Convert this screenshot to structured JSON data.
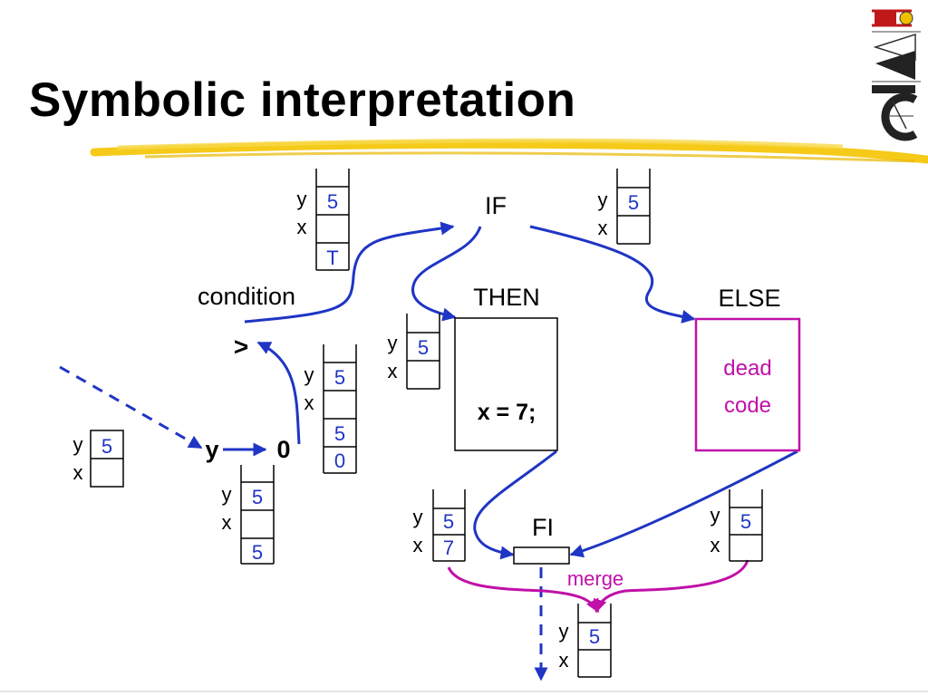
{
  "slide": {
    "title": "Symbolic interpretation",
    "logo_text": "IAIK",
    "colors": {
      "arrow": "#1f35c4",
      "value": "#1f35c4",
      "merge": "#c010a8",
      "dead_box": "#c010a8",
      "underline": "#f2c400"
    }
  },
  "nodes": {
    "if": "IF",
    "then": "THEN",
    "else": "ELSE",
    "fi": "FI",
    "condition": "condition",
    "greater": ">",
    "y_var": "y",
    "zero": "0",
    "assignment": "x = 7;",
    "dead_code": [
      "dead",
      "code"
    ],
    "merge": "merge"
  },
  "stacks": {
    "labels": {
      "y": "y",
      "x": "x"
    },
    "input": {
      "y": "5",
      "x": ""
    },
    "y_load": {
      "y": "5",
      "x": "",
      "push": "5"
    },
    "zero_load": {
      "y": "5",
      "x": "",
      "push1": "5",
      "push2": "0"
    },
    "condition": {
      "y": "5",
      "x": "",
      "push": "T"
    },
    "if_right": {
      "y": "5",
      "x": ""
    },
    "then_entry": {
      "y": "5",
      "x": ""
    },
    "then_exit": {
      "y": "5",
      "x": "7"
    },
    "else_exit": {
      "y": "5",
      "x": ""
    },
    "merged": {
      "y": "5",
      "x": ""
    }
  }
}
